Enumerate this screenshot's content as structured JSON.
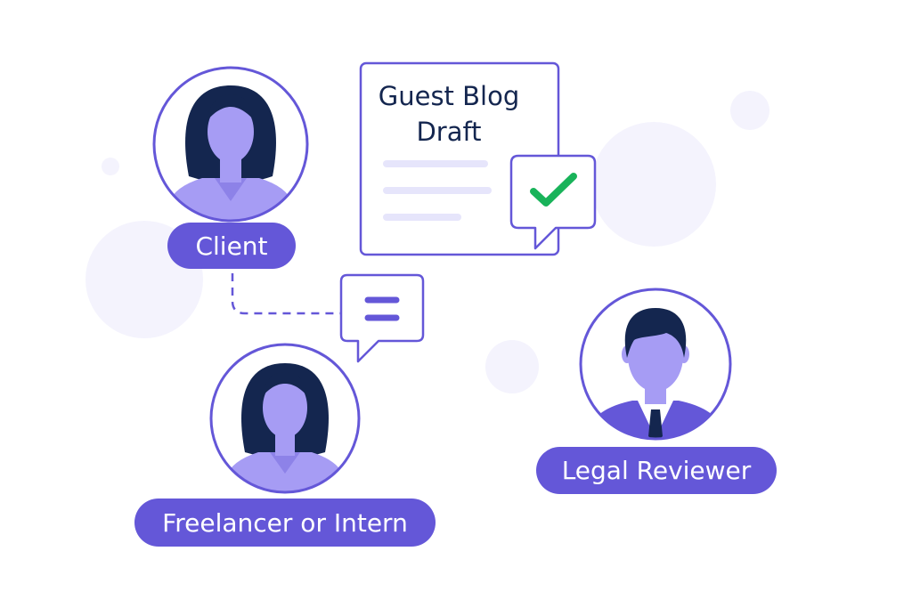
{
  "document": {
    "title": "Guest Blog\nDraft"
  },
  "people": [
    {
      "label": "Client"
    },
    {
      "label": "Freelancer or Intern"
    },
    {
      "label": "Legal Reviewer"
    }
  ],
  "icons": {
    "approval": "checkmark-icon",
    "comment": "message-lines-icon"
  },
  "colors": {
    "accent": "#6457d8",
    "avatar_fill": "#a69cf4",
    "hair": "#14264f",
    "check": "#19b35a",
    "line_placeholder": "#e6e5fb",
    "blob": "#f4f3fd"
  }
}
